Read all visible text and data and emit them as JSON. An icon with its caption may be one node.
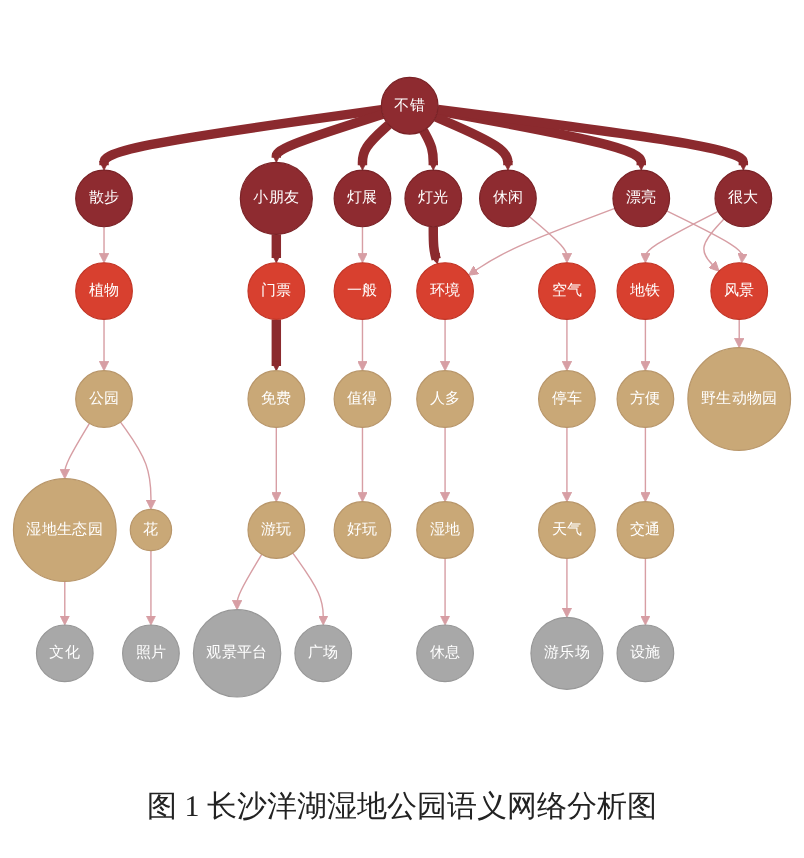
{
  "diagram": {
    "caption": "图 1 长沙洋湖湿地公园语义网络分析图",
    "nodes": [
      {
        "text": [
          "交通"
        ]
      },
      {
        "text": [
          "文化"
        ]
      },
      {
        "text": [
          "湿地"
        ]
      },
      {
        "text": [
          "休息"
        ]
      },
      {
        "text": [
          "湿地生态园"
        ]
      },
      {
        "text": [
          "人多"
        ]
      },
      {
        "text": [
          "好玩"
        ]
      },
      {
        "text": [
          "环境"
        ]
      },
      {
        "text": [
          "值得"
        ]
      },
      {
        "text": [
          "一般"
        ]
      },
      {
        "text": [
          "照片"
        ]
      },
      {
        "text": [
          "公园"
        ]
      },
      {
        "text": [
          "植物"
        ]
      },
      {
        "text": [
          "灯光"
        ]
      },
      {
        "text": [
          "灯展"
        ]
      },
      {
        "text": [
          "散步"
        ]
      },
      {
        "text": [
          "观景平台"
        ]
      },
      {
        "text": [
          "停车"
        ]
      },
      {
        "text": [
          "小朋友"
        ]
      },
      {
        "text": [
          "漂亮"
        ]
      },
      {
        "text": [
          "休闲"
        ]
      },
      {
        "text": [
          "空气"
        ]
      },
      {
        "text": [
          "免费"
        ]
      },
      {
        "text": [
          "门票"
        ]
      },
      {
        "text": [
          "不错"
        ]
      },
      {
        "text": [
          "方便"
        ]
      },
      {
        "text": [
          "广场"
        ]
      },
      {
        "text": [
          "很大"
        ]
      },
      {
        "text": [
          "游玩"
        ]
      },
      {
        "text": [
          "地铁"
        ]
      },
      {
        "text": [
          "天气"
        ]
      },
      {
        "text": [
          "游乐场"
        ]
      },
      {
        "text": [
          "风景"
        ]
      },
      {
        "text": [
          "设施"
        ]
      },
      {
        "text": [
          "野生动物园"
        ]
      },
      {
        "text": [
          "花"
        ]
      }
    ],
    "edges": [
      {
        "from": 24,
        "to": 15,
        "arrow": "to",
        "style": "thick",
        "color": "#8b2a2e"
      },
      {
        "from": 24,
        "to": 18,
        "arrow": "to",
        "style": "thick",
        "color": "#8b2a2e"
      },
      {
        "from": 24,
        "to": 13,
        "arrow": "to",
        "style": "thick",
        "color": "#8b2a2e"
      },
      {
        "from": 24,
        "to": 19,
        "arrow": "to",
        "style": "thick",
        "color": "#8b2a2e"
      },
      {
        "from": 24,
        "to": 14,
        "arrow": "to",
        "style": "thick",
        "color": "#8b2a2e"
      },
      {
        "from": 24,
        "to": 20,
        "arrow": "to",
        "style": "thick",
        "color": "#8b2a2e"
      },
      {
        "from": 24,
        "to": 27,
        "arrow": "to",
        "style": "thick",
        "color": "#8b2a2e"
      },
      {
        "from": 13,
        "to": 7,
        "arrow": "to",
        "style": "thick",
        "color": "#8b2a2e"
      },
      {
        "from": 18,
        "to": 23,
        "arrow": "to",
        "style": "thick",
        "color": "#8b2a2e"
      },
      {
        "from": 19,
        "to": 7,
        "arrow": "to"
      },
      {
        "from": 15,
        "to": 12,
        "arrow": "to"
      },
      {
        "from": 14,
        "to": 9,
        "arrow": "to"
      },
      {
        "from": 20,
        "to": 21,
        "arrow": "to"
      },
      {
        "from": 27,
        "to": 29,
        "arrow": "to"
      },
      {
        "from": 27,
        "to": 32,
        "arrow": "to"
      },
      {
        "from": 19,
        "to": 32,
        "arrow": "to"
      },
      {
        "from": 23,
        "to": 22,
        "arrow": "to",
        "style": "thick",
        "color": "#8b2a2e"
      },
      {
        "from": 12,
        "to": 11,
        "arrow": "to"
      },
      {
        "from": 7,
        "to": 5,
        "arrow": "to"
      },
      {
        "from": 9,
        "to": 8,
        "arrow": "to"
      },
      {
        "from": 21,
        "to": 17,
        "arrow": "to"
      },
      {
        "from": 29,
        "to": 25,
        "arrow": "to"
      },
      {
        "from": 32,
        "to": 34,
        "arrow": "to"
      },
      {
        "from": 11,
        "to": 4,
        "arrow": "to"
      },
      {
        "from": 5,
        "to": 2,
        "arrow": "to"
      },
      {
        "from": 8,
        "to": 6,
        "arrow": "to"
      },
      {
        "from": 17,
        "to": 30,
        "arrow": "to"
      },
      {
        "from": 11,
        "to": 35,
        "arrow": "to"
      },
      {
        "from": 22,
        "to": 28,
        "arrow": "to"
      },
      {
        "from": 25,
        "to": 0,
        "arrow": "to"
      },
      {
        "from": 4,
        "to": 1,
        "arrow": "to"
      },
      {
        "from": 2,
        "to": 3,
        "arrow": "to"
      },
      {
        "from": 35,
        "to": 10,
        "arrow": "to"
      },
      {
        "from": 28,
        "to": 16,
        "arrow": "to"
      },
      {
        "from": 28,
        "to": 26,
        "arrow": "to"
      },
      {
        "from": 30,
        "to": 31,
        "arrow": "to"
      },
      {
        "from": 0,
        "to": 33,
        "arrow": "to"
      }
    ]
  }
}
